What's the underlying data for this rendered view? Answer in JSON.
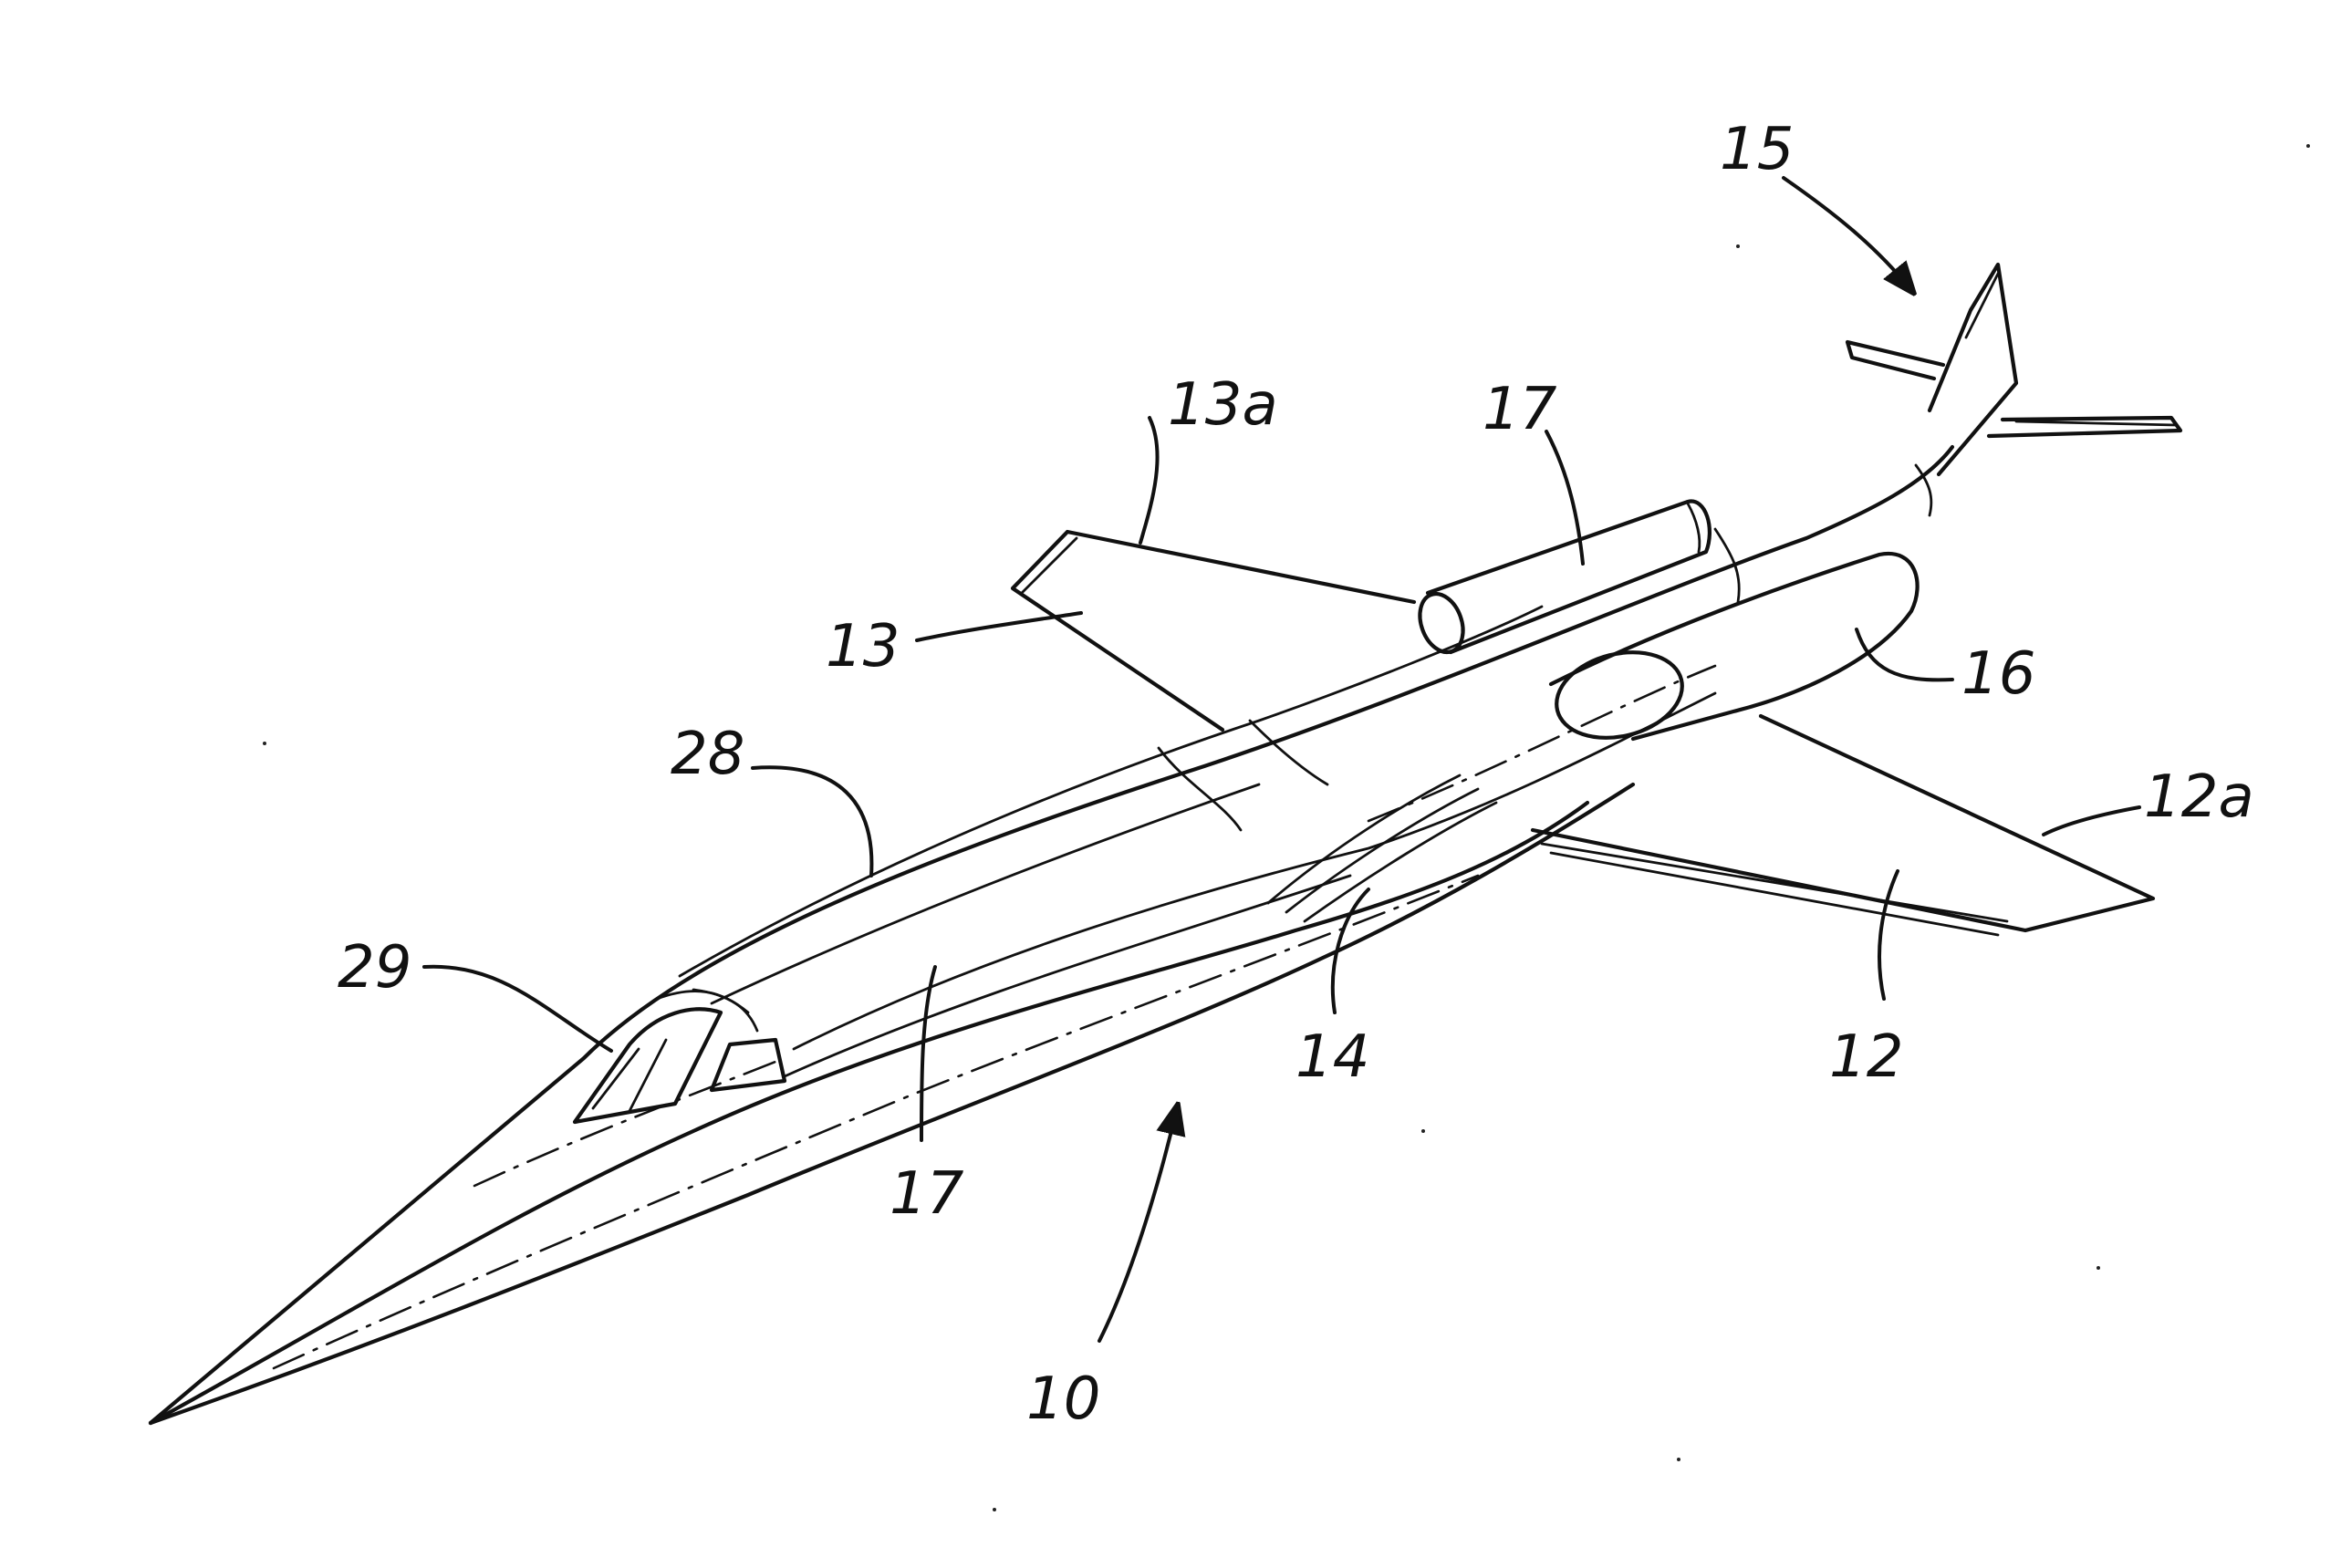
{
  "figure": {
    "ink_color": "#111111",
    "background_color": "#ffffff",
    "reference_numerals": {
      "aircraft": "10",
      "right_wing": "12",
      "right_wing_leading_edge": "12a",
      "left_wing": "13",
      "left_wing_leading_edge": "13a",
      "fuselage": "14",
      "tail": "15",
      "engine_right": "16",
      "engine_left": "17",
      "fuselage_side": "17",
      "top_line": "28",
      "windshield": "29"
    }
  }
}
